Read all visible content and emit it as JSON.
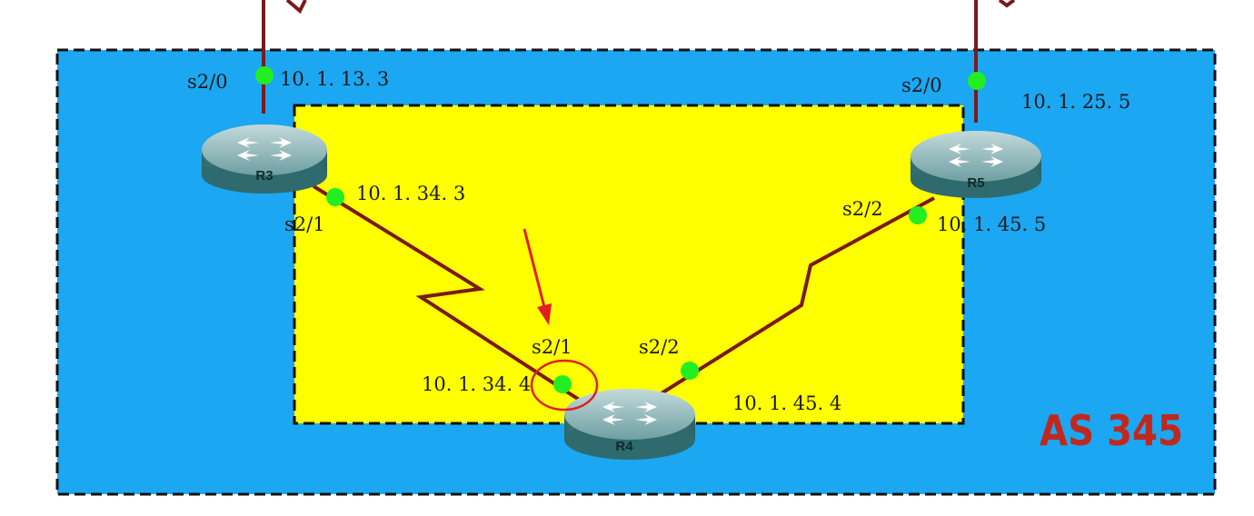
{
  "area": {
    "label": "AS 345"
  },
  "routers": {
    "r3": {
      "name": "R3"
    },
    "r4": {
      "name": "R4"
    },
    "r5": {
      "name": "R5"
    }
  },
  "interfaces": {
    "r3_s20": {
      "name": "s2/0",
      "ip": "10. 1. 13. 3"
    },
    "r3_s21": {
      "name": "s2/1",
      "ip": "10. 1. 34. 3"
    },
    "r4_s21": {
      "name": "s2/1",
      "ip": "10. 1. 34. 4"
    },
    "r4_s22": {
      "name": "s2/2",
      "ip": "10. 1. 45. 4"
    },
    "r5_s20": {
      "name": "s2/0",
      "ip": "10. 1. 25. 5"
    },
    "r5_s22": {
      "name": "s2/2",
      "ip": "10. 1. 45. 5"
    }
  },
  "colors": {
    "outer_area": "#1ba7f2",
    "inner_area": "#ffff00",
    "link": "#7a1a1a",
    "port": "#22ee22",
    "router_body": "#4f8f93",
    "highlight": "#e02020"
  }
}
